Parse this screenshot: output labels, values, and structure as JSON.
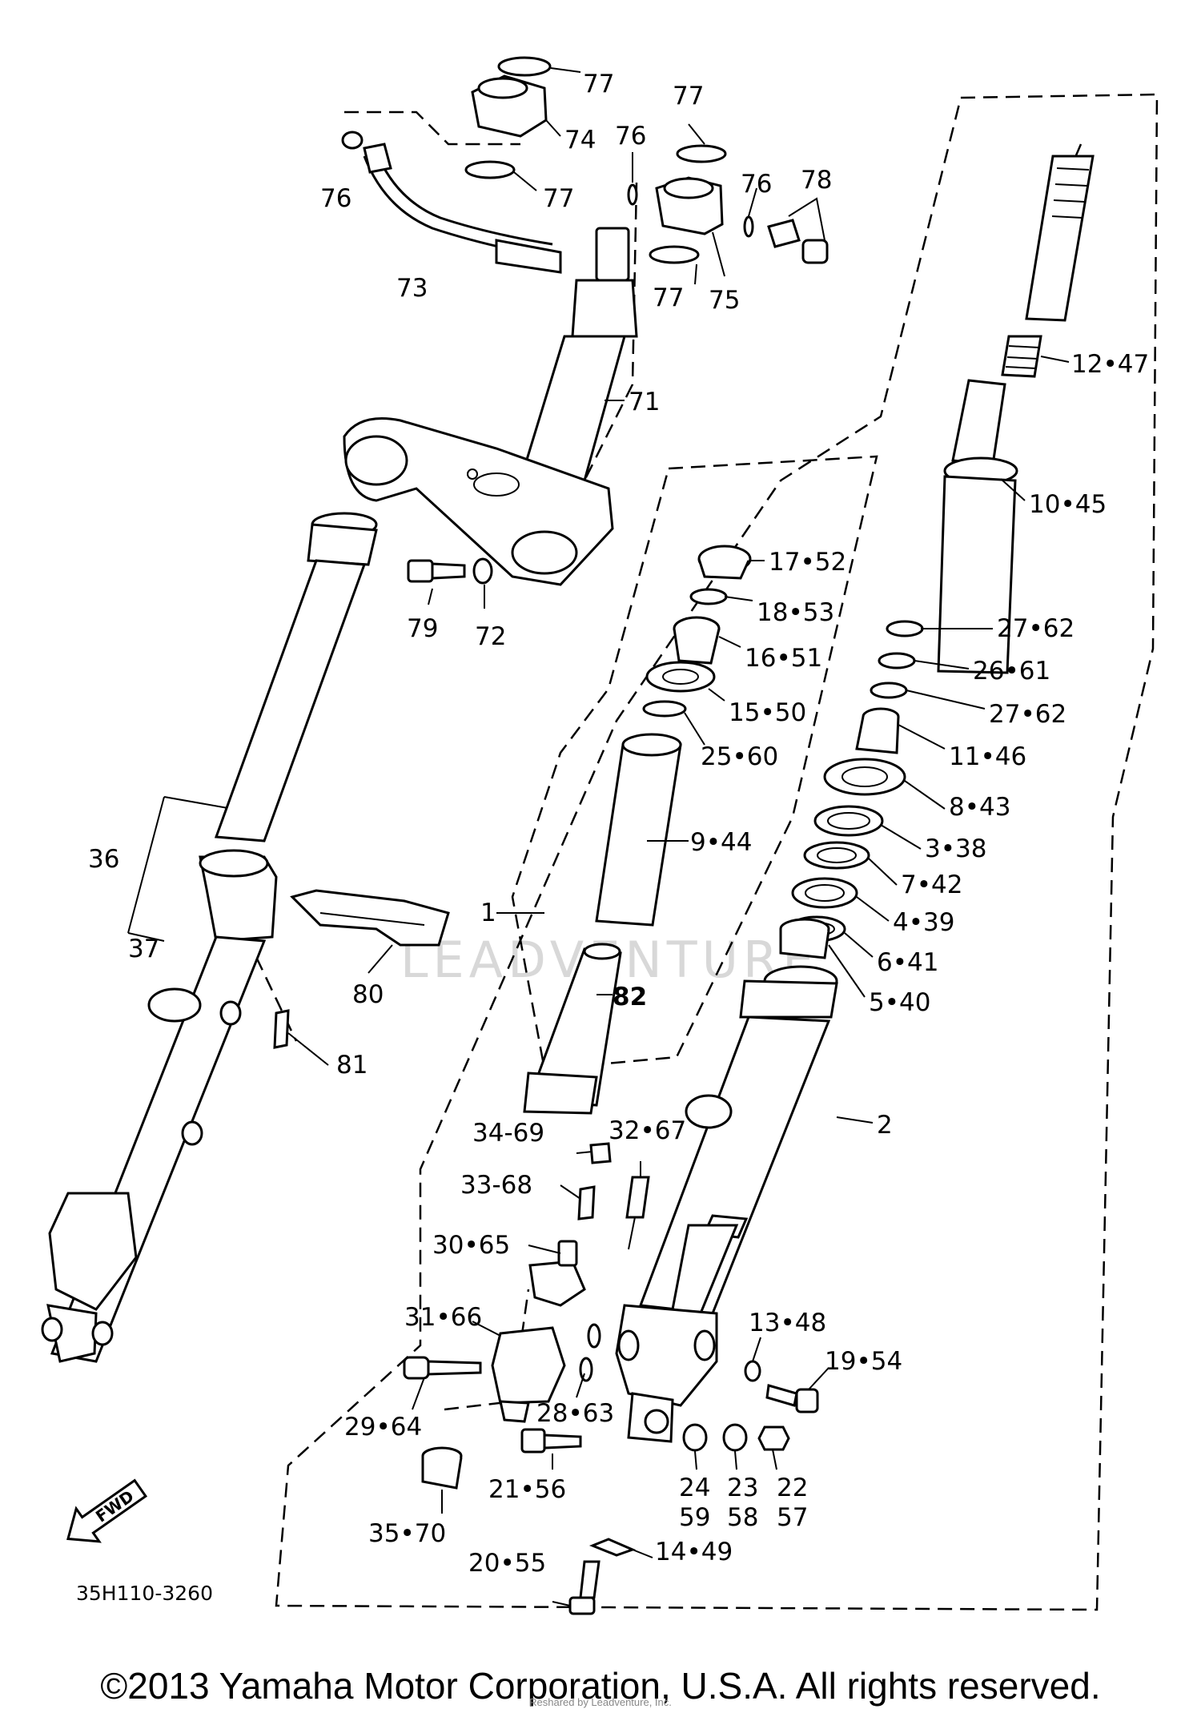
{
  "diagram": {
    "drawing_code": "35H110-3260",
    "copyright": "©2013 Yamaha Motor Corporation, U.S.A. All rights reserved.",
    "reshare_note": "Reshared by Leadventure, Inc.",
    "watermark": "LEADVENTURE",
    "fwd_label": "FWD"
  },
  "labels": {
    "p77a": "77",
    "p74": "74",
    "p76a": "76",
    "p77b": "77",
    "p73": "73",
    "p77c": "77",
    "p76b": "76",
    "p76c": "76",
    "p78": "78",
    "p77d": "77",
    "p75": "75",
    "p71": "71",
    "p79": "79",
    "p72": "72",
    "p12_47": "12•47",
    "p10_45": "10•45",
    "p17_52": "17•52",
    "p18_53": "18•53",
    "p16_51": "16•51",
    "p15_50": "15•50",
    "p25_60": "25•60",
    "p9_44": "9•44",
    "p1": "1",
    "p82": "82",
    "p27_62a": "27•62",
    "p26_61": "26•61",
    "p27_62b": "27•62",
    "p11_46": "11•46",
    "p8_43": "8•43",
    "p3_38": "3•38",
    "p7_42": "7•42",
    "p4_39": "4•39",
    "p6_41": "6•41",
    "p5_40": "5•40",
    "p36": "36",
    "p37": "37",
    "p80": "80",
    "p81": "81",
    "p2": "2",
    "p34_69": "34-69",
    "p32_67": "32•67",
    "p33_68": "33-68",
    "p30_65": "30•65",
    "p31_66": "31•66",
    "p13_48": "13•48",
    "p19_54": "19•54",
    "p29_64": "29•64",
    "p28_63": "28•63",
    "p21_56": "21•56",
    "p24_59a": "24",
    "p24_59b": "59",
    "p23_58a": "23",
    "p23_58b": "58",
    "p22_57a": "22",
    "p22_57b": "57",
    "p35_70": "35•70",
    "p20_55": "20•55",
    "p14_49": "14•49"
  }
}
